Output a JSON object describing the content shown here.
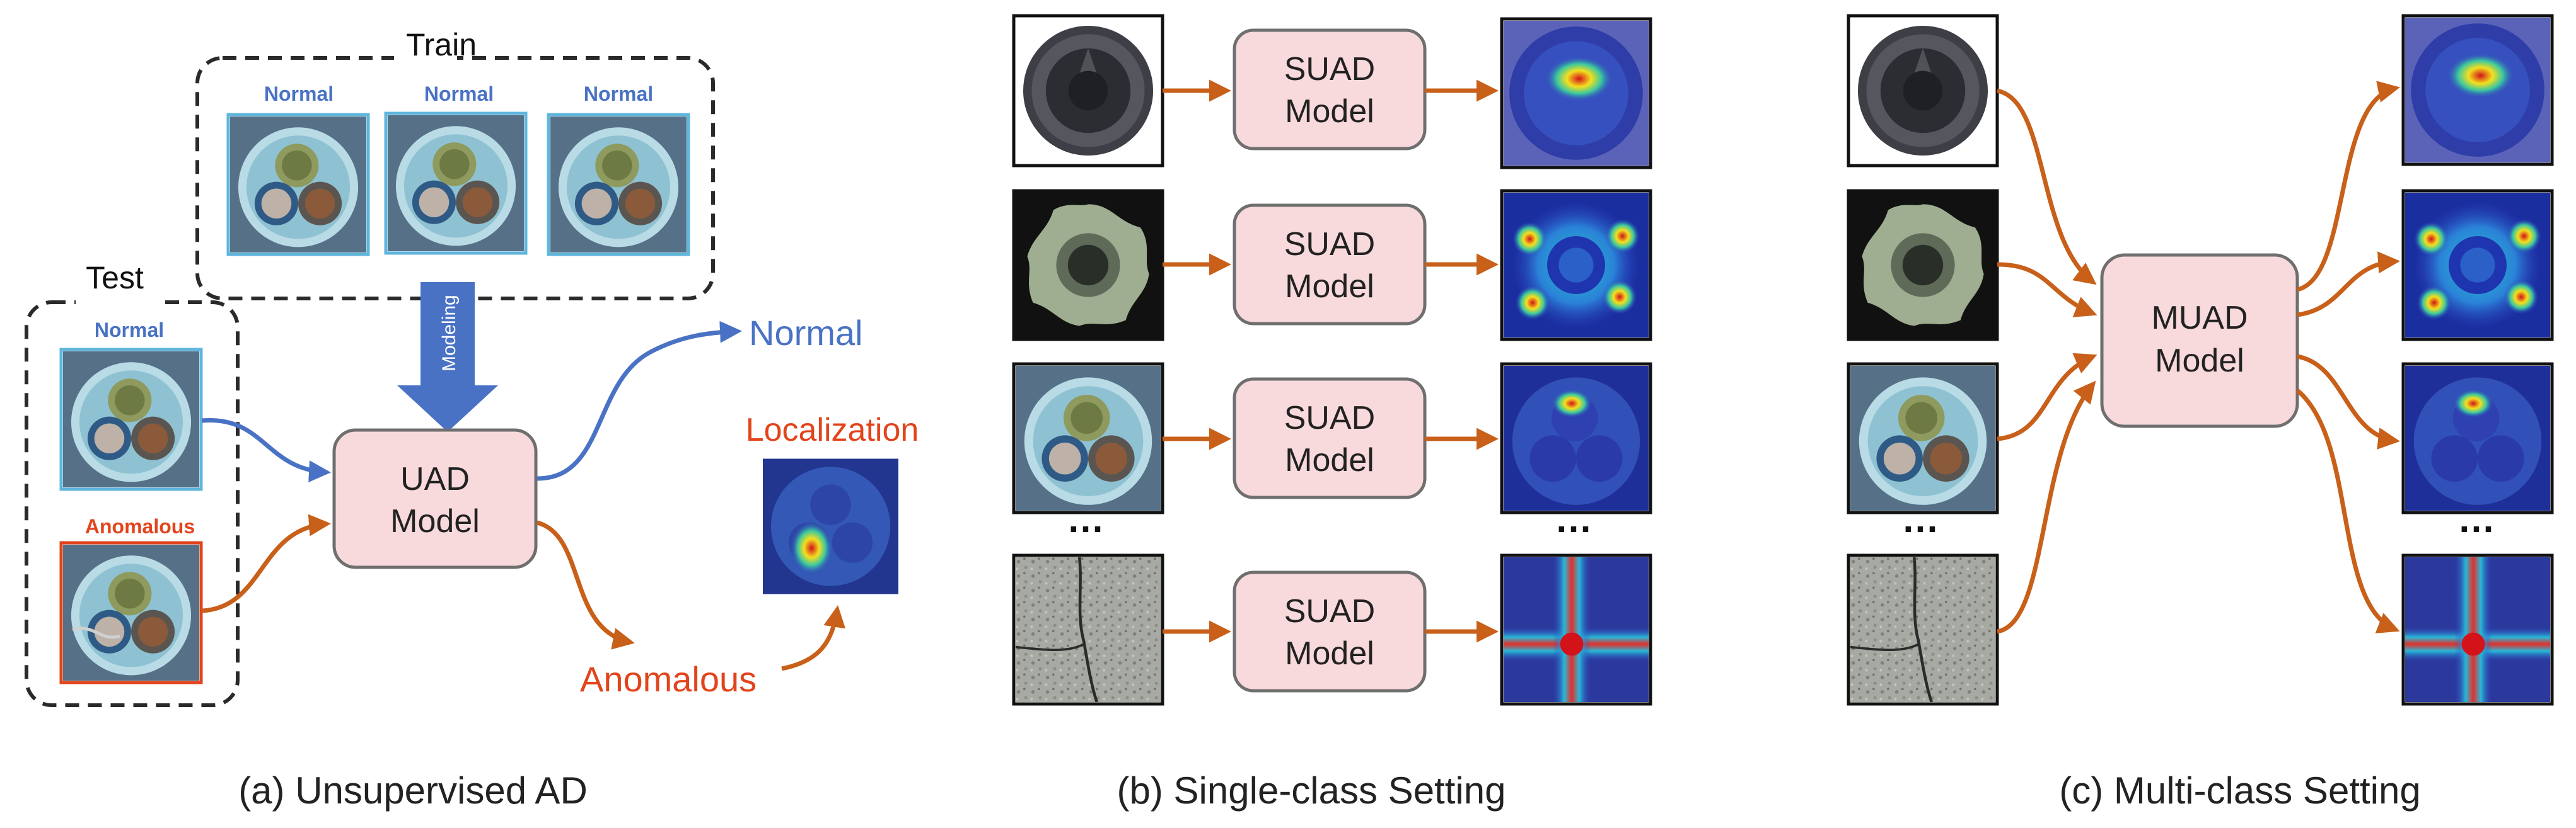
{
  "colors": {
    "blue": "#4A72C4",
    "orange": "#C8601A",
    "red": "#E2441C",
    "model_fill": "#F8D9DC",
    "model_stroke": "#6f6f6f",
    "heat_bg": "#2d3fbe"
  },
  "panel_a": {
    "train_title": "Train",
    "test_title": "Test",
    "train_image_labels": [
      "Normal",
      "Normal",
      "Normal"
    ],
    "test_normal_label": "Normal",
    "test_anomalous_label": "Anomalous",
    "modeling_label": "Modeling",
    "model_line1": "UAD",
    "model_line2": "Model",
    "output_normal": "Normal",
    "output_anomalous": "Anomalous",
    "localization": "Localization",
    "caption": "(a)  Unsupervised AD"
  },
  "panel_b": {
    "rows": [
      {
        "model_line1": "SUAD",
        "model_line2": "Model"
      },
      {
        "model_line1": "SUAD",
        "model_line2": "Model"
      },
      {
        "model_line1": "SUAD",
        "model_line2": "Model"
      },
      {
        "model_line1": "SUAD",
        "model_line2": "Model"
      }
    ],
    "ellipsis": "…",
    "caption": "(b)  Single-class Setting"
  },
  "panel_c": {
    "model_line1": "MUAD",
    "model_line2": "Model",
    "ellipsis": "…",
    "caption": "(c)  Multi-class Setting"
  }
}
